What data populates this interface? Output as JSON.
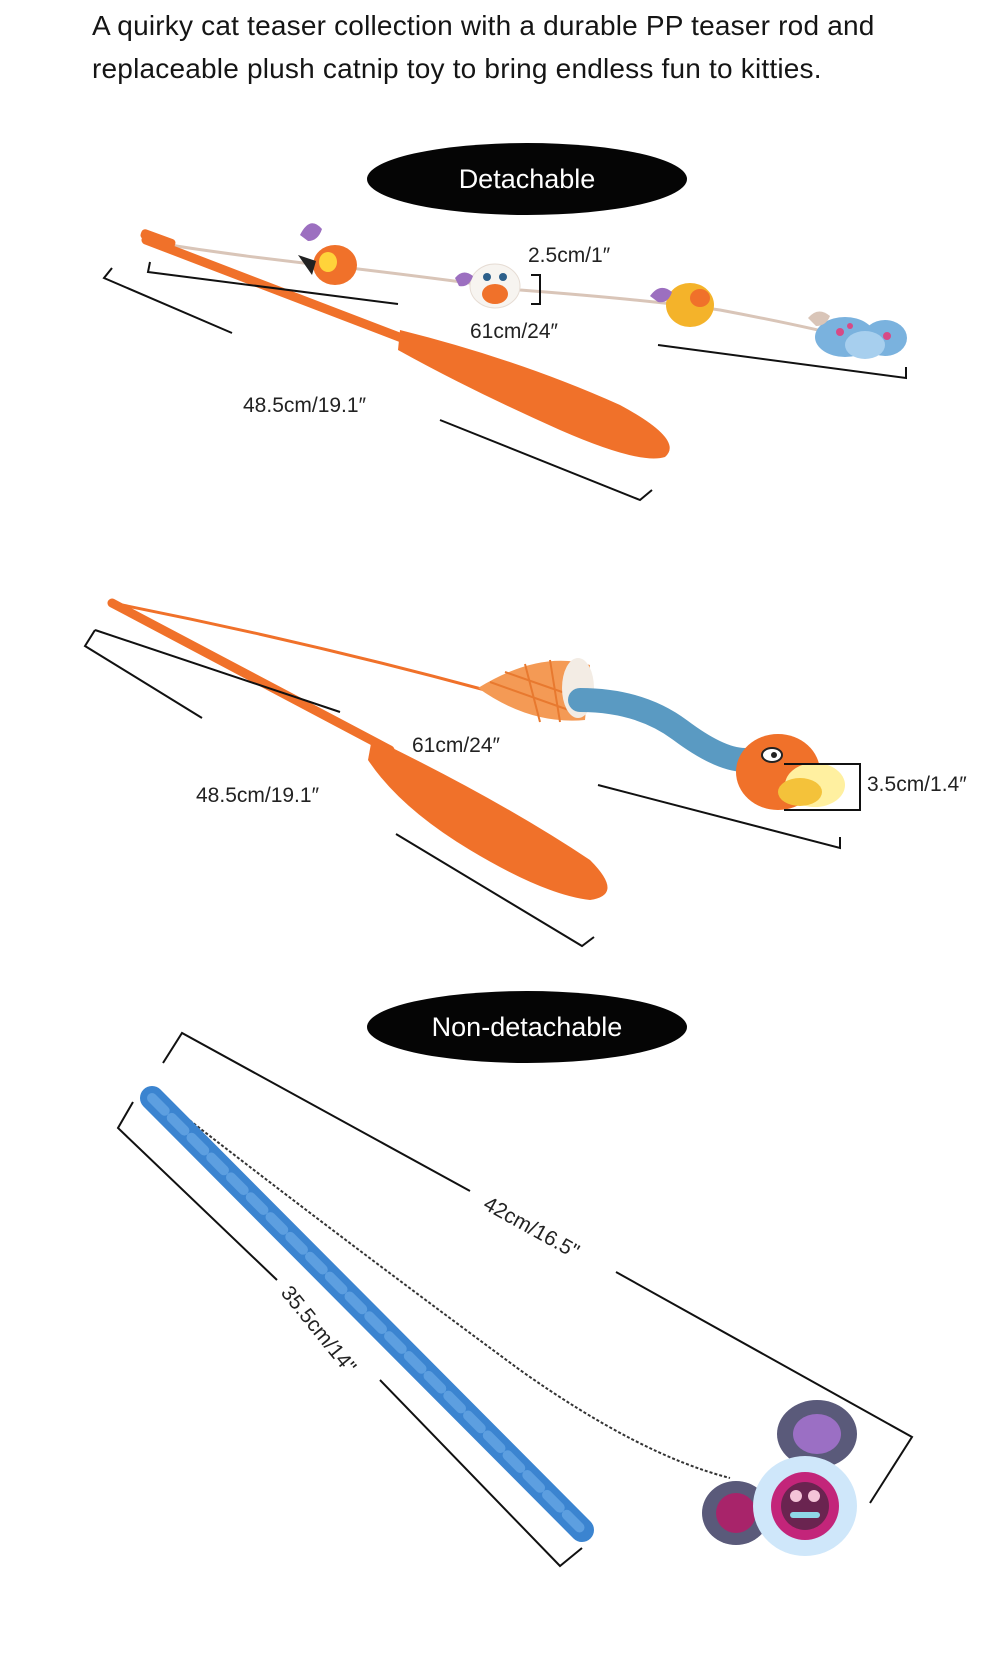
{
  "intro": {
    "line1": "A quirky cat teaser collection with a durable PP teaser rod and",
    "line2": "replaceable plush catnip toy to bring endless fun to kitties."
  },
  "sections": {
    "detachable_label": "Detachable",
    "nondetachable_label": "Non-detachable"
  },
  "product1": {
    "toy_spacing": "2.5cm/1″",
    "string_length": "61cm/24″",
    "rod_length": "48.5cm/19.1″"
  },
  "product2": {
    "string_length": "61cm/24″",
    "rod_length": "48.5cm/19.1″",
    "toy_size": "3.5cm/1.4″"
  },
  "product3": {
    "string_length": "42cm/16.5\"",
    "rod_length": "35.5cm/14\""
  },
  "colors": {
    "rod_orange": "#f0712a",
    "pill_black": "#050505",
    "wand_blue": "#3b84d0"
  },
  "icons": [
    "cat-teaser-rod-icon",
    "plush-toy-icon",
    "ice-cream-cone-icon",
    "paw-toy-icon"
  ]
}
